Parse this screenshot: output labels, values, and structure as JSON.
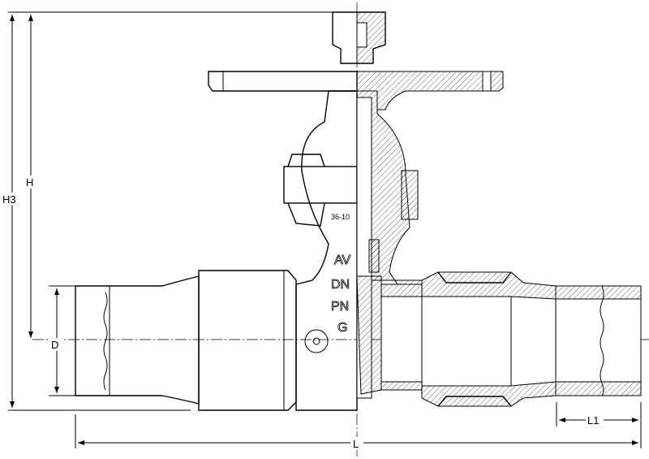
{
  "dimensions": {
    "h3": "H3",
    "h": "H",
    "d": "D",
    "l": "L",
    "l1": "L1"
  },
  "markings": {
    "casting_code": "36-10",
    "logo": "AV",
    "dn": "DN",
    "pn": "PN",
    "g": "G"
  },
  "colors": {
    "line": "#000000",
    "background": "#ffffff"
  }
}
